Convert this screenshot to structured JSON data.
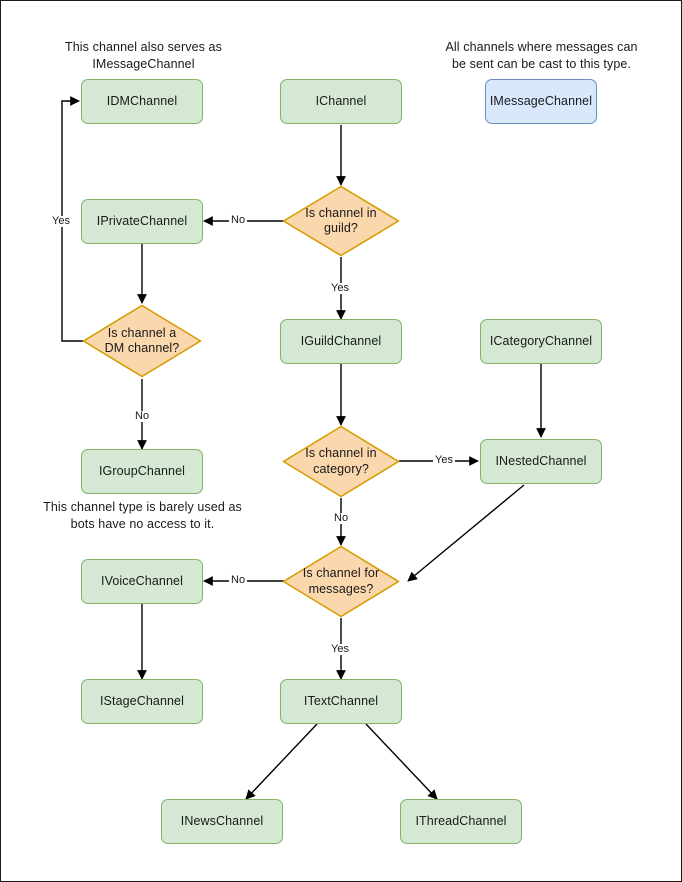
{
  "diagram": {
    "title": "Discord channel interface hierarchy flowchart",
    "type": "flowchart",
    "colors": {
      "node_fill_green": "#d5e8d4",
      "node_border_green": "#82b366",
      "node_fill_blue": "#dae8fc",
      "node_border_blue": "#6c8ebf",
      "decision_fill": "#fad7ac",
      "decision_border": "#d79b00",
      "edge_color": "#000000",
      "text_color": "#1a1a1a",
      "canvas_background": "#ffffff"
    },
    "notes": [
      {
        "id": "note-dm",
        "line1": "This channel also serves as",
        "line2": "IMessageChannel"
      },
      {
        "id": "note-message",
        "line1": "All channels where messages can",
        "line2": "be sent can be cast to this type."
      },
      {
        "id": "note-group",
        "line1": "This channel type is barely used as",
        "line2": "bots have no access to it."
      }
    ],
    "nodes": [
      {
        "id": "idmchannel",
        "label": "IDMChannel",
        "shape": "box",
        "style": "green"
      },
      {
        "id": "ichannel",
        "label": "IChannel",
        "shape": "box",
        "style": "green"
      },
      {
        "id": "imessagechannel",
        "label": "IMessageChannel",
        "shape": "box",
        "style": "blue"
      },
      {
        "id": "iprivatechannel",
        "label": "IPrivateChannel",
        "shape": "box",
        "style": "green"
      },
      {
        "id": "dec-guild",
        "label": "Is channel in guild?",
        "line1": "Is channel in",
        "line2": "guild?",
        "shape": "diamond"
      },
      {
        "id": "dec-dm",
        "label": "Is channel a DM channel?",
        "line1": "Is channel a",
        "line2": "DM channel?",
        "shape": "diamond"
      },
      {
        "id": "iguildchannel",
        "label": "IGuildChannel",
        "shape": "box",
        "style": "green"
      },
      {
        "id": "icategorychannel",
        "label": "ICategoryChannel",
        "shape": "box",
        "style": "green"
      },
      {
        "id": "igroupchannel",
        "label": "IGroupChannel",
        "shape": "box",
        "style": "green"
      },
      {
        "id": "dec-category",
        "label": "Is channel in category?",
        "line1": "Is channel in",
        "line2": "category?",
        "shape": "diamond"
      },
      {
        "id": "inestedchannel",
        "label": "INestedChannel",
        "shape": "box",
        "style": "green"
      },
      {
        "id": "dec-messages",
        "label": "Is channel for messages?",
        "line1": "Is channel for",
        "line2": "messages?",
        "shape": "diamond"
      },
      {
        "id": "ivoicechannel",
        "label": "IVoiceChannel",
        "shape": "box",
        "style": "green"
      },
      {
        "id": "istagechannel",
        "label": "IStageChannel",
        "shape": "box",
        "style": "green"
      },
      {
        "id": "itextchannel",
        "label": "ITextChannel",
        "shape": "box",
        "style": "green"
      },
      {
        "id": "inewschannel",
        "label": "INewsChannel",
        "shape": "box",
        "style": "green"
      },
      {
        "id": "ithreadchannel",
        "label": "IThreadChannel",
        "shape": "box",
        "style": "green"
      }
    ],
    "edges": [
      {
        "id": "e-ichannel-guild",
        "from": "ichannel",
        "to": "dec-guild",
        "label": ""
      },
      {
        "id": "e-guild-private",
        "from": "dec-guild",
        "to": "iprivatechannel",
        "label": "No"
      },
      {
        "id": "e-guild-iguild",
        "from": "dec-guild",
        "to": "iguildchannel",
        "label": "Yes"
      },
      {
        "id": "e-private-dm",
        "from": "iprivatechannel",
        "to": "dec-dm",
        "label": ""
      },
      {
        "id": "e-dm-idmchannel",
        "from": "dec-dm",
        "to": "idmchannel",
        "label": "Yes"
      },
      {
        "id": "e-dm-group",
        "from": "dec-dm",
        "to": "igroupchannel",
        "label": "No"
      },
      {
        "id": "e-iguild-category",
        "from": "iguildchannel",
        "to": "dec-category",
        "label": ""
      },
      {
        "id": "e-category-nested",
        "from": "dec-category",
        "to": "inestedchannel",
        "label": "Yes"
      },
      {
        "id": "e-category-messages",
        "from": "dec-category",
        "to": "dec-messages",
        "label": "No"
      },
      {
        "id": "e-icategory-nested",
        "from": "icategorychannel",
        "to": "inestedchannel",
        "label": ""
      },
      {
        "id": "e-nested-messages",
        "from": "inestedchannel",
        "to": "dec-messages",
        "label": ""
      },
      {
        "id": "e-messages-voice",
        "from": "dec-messages",
        "to": "ivoicechannel",
        "label": "No"
      },
      {
        "id": "e-messages-text",
        "from": "dec-messages",
        "to": "itextchannel",
        "label": "Yes"
      },
      {
        "id": "e-voice-stage",
        "from": "ivoicechannel",
        "to": "istagechannel",
        "label": ""
      },
      {
        "id": "e-text-news",
        "from": "itextchannel",
        "to": "inewschannel",
        "label": ""
      },
      {
        "id": "e-text-thread",
        "from": "itextchannel",
        "to": "ithreadchannel",
        "label": ""
      }
    ],
    "edge_labels": {
      "guild_no": "No",
      "guild_yes": "Yes",
      "dm_yes": "Yes",
      "dm_no": "No",
      "category_yes": "Yes",
      "category_no": "No",
      "messages_no": "No",
      "messages_yes": "Yes"
    }
  }
}
